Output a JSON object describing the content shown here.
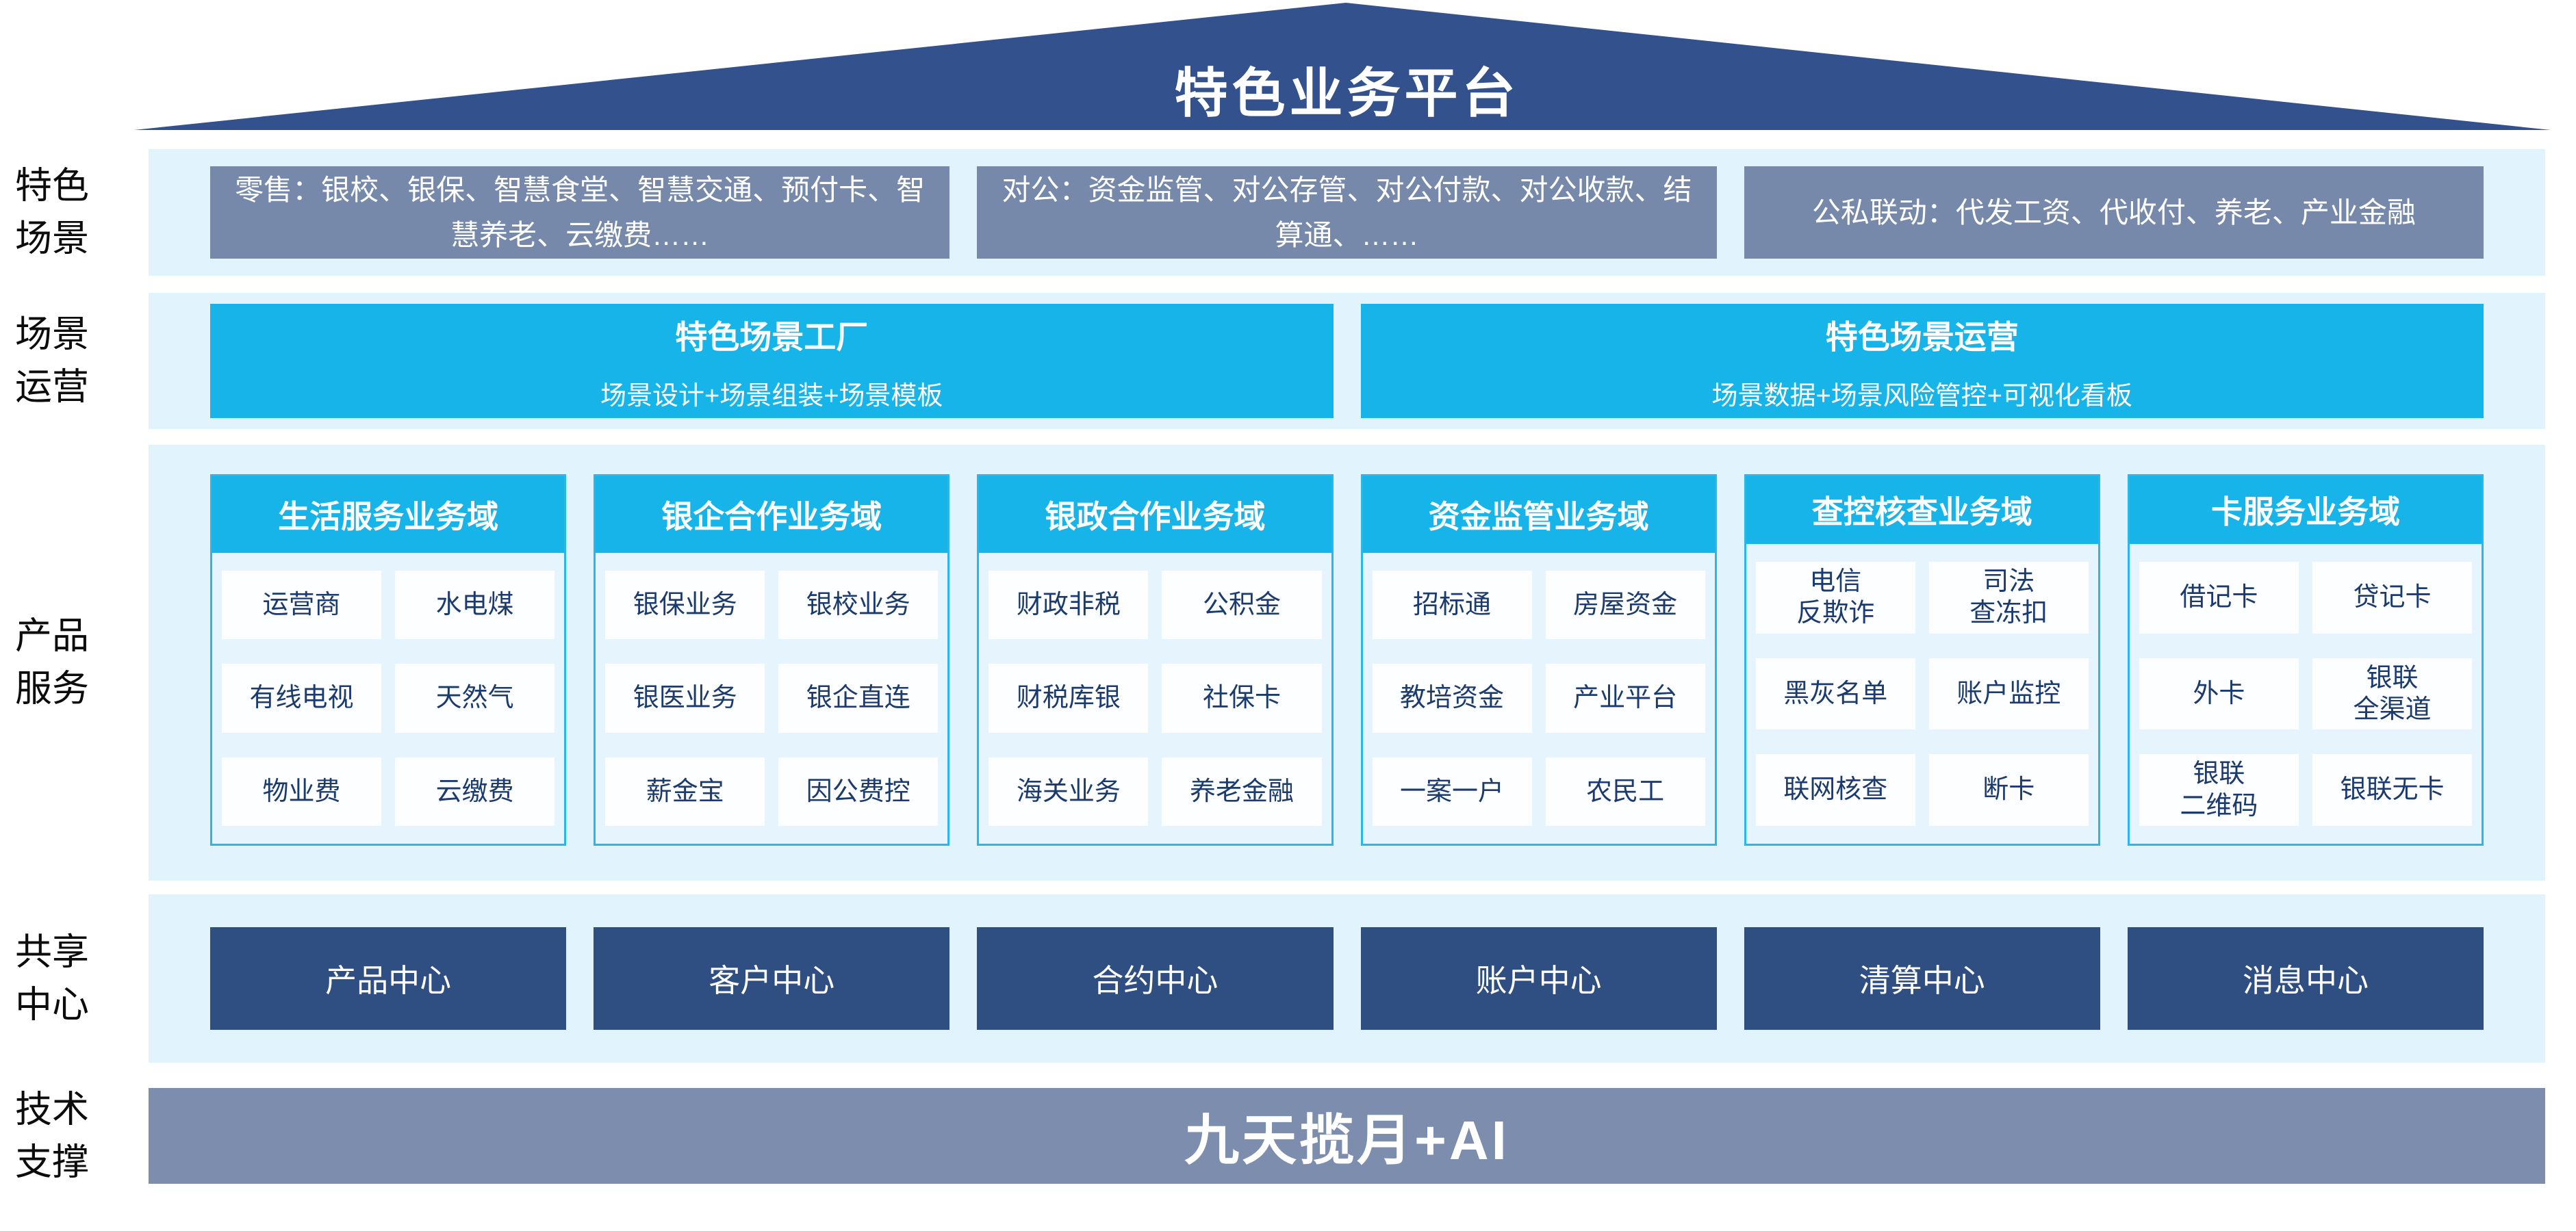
{
  "colors": {
    "navy": "#33518d",
    "steel": "#7689ab",
    "band": "#e1f3fc",
    "cyan": "#17b4ea",
    "cyan_border": "#29b7e8",
    "cell_bg": "#fcfeff",
    "cell_text": "#1b3a6e",
    "center_navy": "#2f4f83",
    "bar_steel": "#7c8dae"
  },
  "roof": {
    "title": "特色业务平台"
  },
  "side_labels": [
    {
      "lines": "特色\n场景"
    },
    {
      "lines": "场景\n运营"
    },
    {
      "lines": "产品\n服务"
    },
    {
      "lines": "共享\n中心"
    },
    {
      "lines": "技术\n支撑"
    }
  ],
  "scenario_row": {
    "items": [
      "零售：银校、银保、智慧食堂、智慧交通、预付卡、智慧养老、云缴费……",
      "对公：资金监管、对公存管、对公付款、对公收款、结算通、……",
      "公私联动：代发工资、代收付、养老、产业金融"
    ]
  },
  "operation_row": {
    "items": [
      {
        "title": "特色场景工厂",
        "subtitle": "场景设计+场景组装+场景模板"
      },
      {
        "title": "特色场景运营",
        "subtitle": "场景数据+场景风险管控+可视化看板"
      }
    ]
  },
  "product_domains": [
    {
      "header": "生活服务业务域",
      "cells": [
        "运营商",
        "水电煤",
        "有线电视",
        "天然气",
        "物业费",
        "云缴费"
      ]
    },
    {
      "header": "银企合作业务域",
      "cells": [
        "银保业务",
        "银校业务",
        "银医业务",
        "银企直连",
        "薪金宝",
        "因公费控"
      ]
    },
    {
      "header": "银政合作业务域",
      "cells": [
        "财政非税",
        "公积金",
        "财税库银",
        "社保卡",
        "海关业务",
        "养老金融"
      ]
    },
    {
      "header": "资金监管业务域",
      "cells": [
        "招标通",
        "房屋资金",
        "教培资金",
        "产业平台",
        "一案一户",
        "农民工"
      ]
    },
    {
      "header": "查控核查业务域",
      "cells": [
        "电信\n反欺诈",
        "司法\n查冻扣",
        "黑灰名单",
        "账户监控",
        "联网核查",
        "断卡"
      ]
    },
    {
      "header": "卡服务业务域",
      "cells": [
        "借记卡",
        "贷记卡",
        "外卡",
        "银联\n全渠道",
        "银联\n二维码",
        "银联无卡"
      ]
    }
  ],
  "shared_centers": [
    "产品中心",
    "客户中心",
    "合约中心",
    "账户中心",
    "清算中心",
    "消息中心"
  ],
  "tech_support": {
    "label": "九天揽月+AI"
  }
}
